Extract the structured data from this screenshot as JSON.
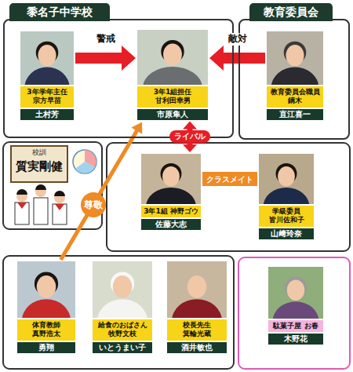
{
  "diagram": {
    "nodes": [
      {
        "text": [
          "黍名子中学校"
        ]
      },
      {
        "text": [
          "3年学年主任 宗方早苗",
          "土村芳"
        ],
        "in": 0
      },
      {
        "text": [
          "3年1組担任 甘利田幸男",
          "市原隼人"
        ],
        "in": 0
      },
      {
        "text": [
          "教育委員会"
        ]
      },
      {
        "text": [
          "教育委員会職員 鏑木",
          "直江喜一"
        ],
        "in": 3
      },
      {
        "text": [
          "3年1組 神野ゴウ",
          "佐藤大志"
        ]
      },
      {
        "text": [
          "学級委員 皆川佐和子",
          "山﨑玲奈"
        ]
      },
      {
        "text": [
          "体育教師 真野浩太",
          "勇翔"
        ]
      },
      {
        "text": [
          "給食のおばさん 牧野文枝",
          "いとうまい子"
        ]
      },
      {
        "text": [
          "校長先生 箕輪光蔵",
          "酒井敏也"
        ]
      },
      {
        "text": [
          "駄菓子屋 お春",
          "木野花"
        ]
      }
    ],
    "edges": [
      {
        "from": 1,
        "to": 2,
        "arrow": "to",
        "label": "警戒"
      },
      {
        "from": 4,
        "to": 2,
        "arrow": "to",
        "label": "敵対"
      },
      {
        "from": 2,
        "to": 5,
        "arrow": "both",
        "label": "ライバル"
      },
      {
        "from": 5,
        "to": 6,
        "arrow": "none",
        "label": "クラスメイト"
      },
      {
        "from": 7,
        "to": 2,
        "arrow": "to",
        "label": "尊敬"
      }
    ],
    "labels": [
      "校訓",
      "質実剛健"
    ]
  }
}
